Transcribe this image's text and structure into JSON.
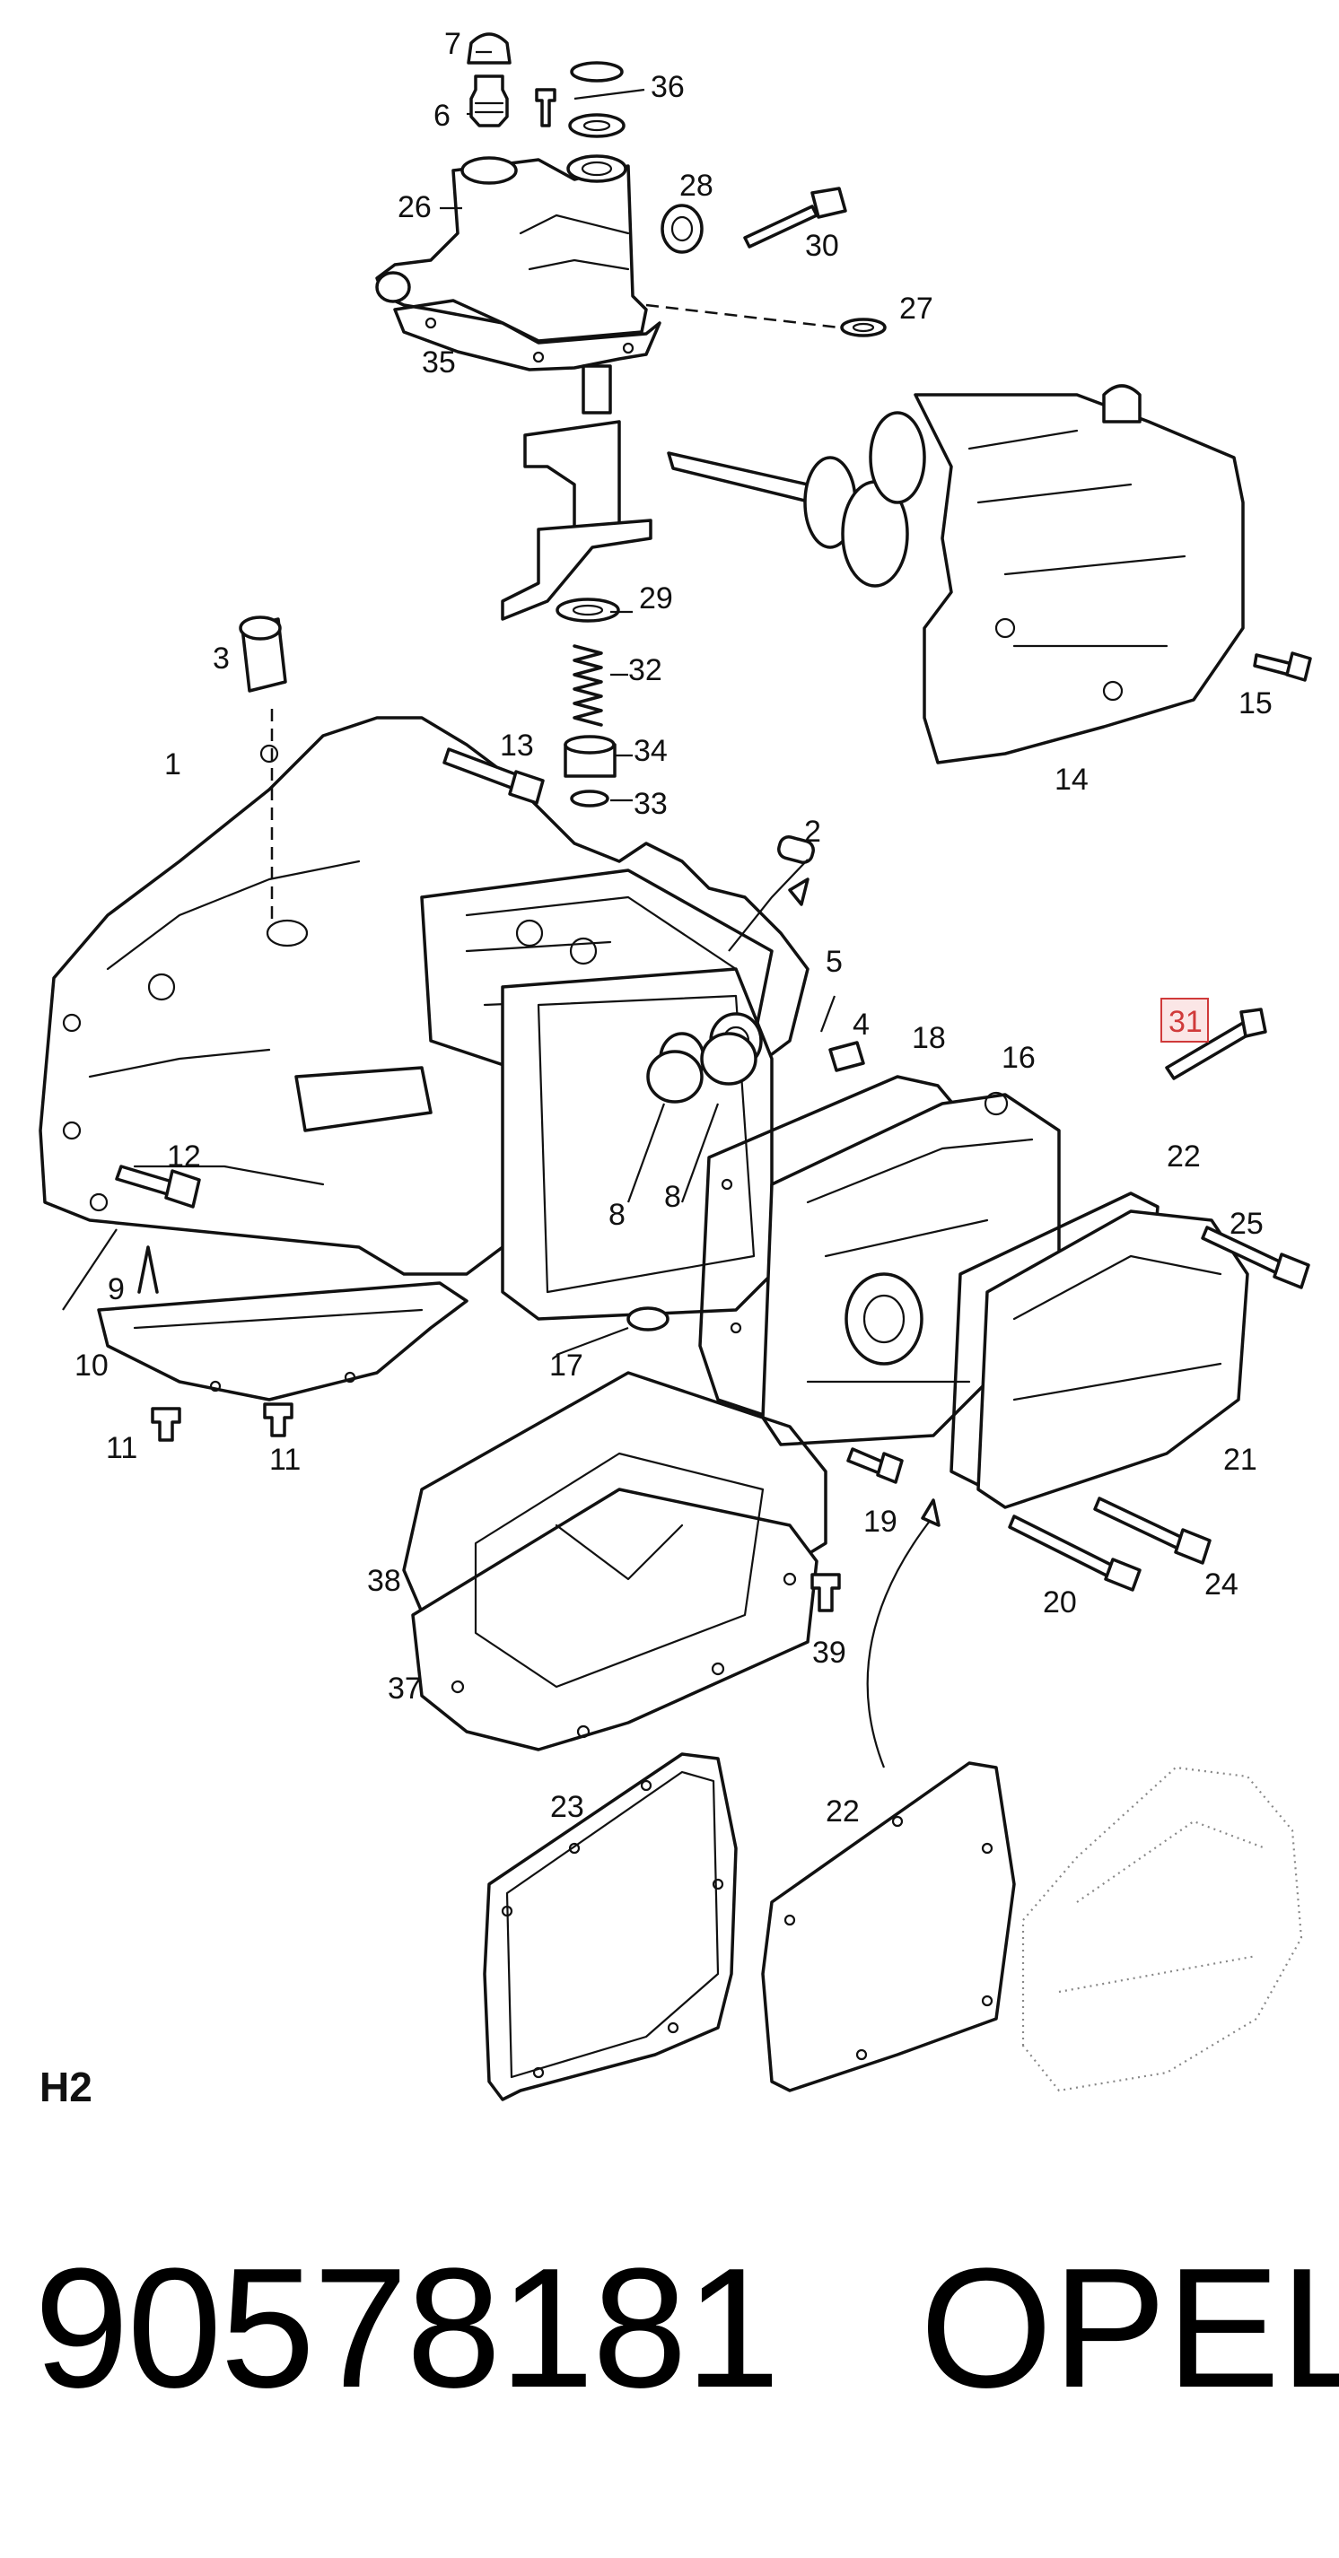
{
  "diagram_code": "H2",
  "part_number": "90578181",
  "brand": "OPEL",
  "highlight_color": "#d03a3a",
  "callouts": {
    "c1": "1",
    "c2": "2",
    "c3": "3",
    "c4": "4",
    "c5": "5",
    "c6": "6",
    "c7": "7",
    "c8a": "8",
    "c8b": "8",
    "c9": "9",
    "c10": "10",
    "c11a": "11",
    "c11b": "11",
    "c12": "12",
    "c13": "13",
    "c14": "14",
    "c15": "15",
    "c16": "16",
    "c17": "17",
    "c18": "18",
    "c19": "19",
    "c20": "20",
    "c21": "21",
    "c22a": "22",
    "c22b": "22",
    "c23": "23",
    "c24": "24",
    "c25": "25",
    "c26": "26",
    "c27": "27",
    "c28": "28",
    "c29": "29",
    "c30": "30",
    "c31": "31",
    "c32": "32",
    "c33": "33",
    "c34": "34",
    "c35": "35",
    "c36": "36",
    "c37": "37",
    "c38": "38",
    "c39": "39"
  }
}
